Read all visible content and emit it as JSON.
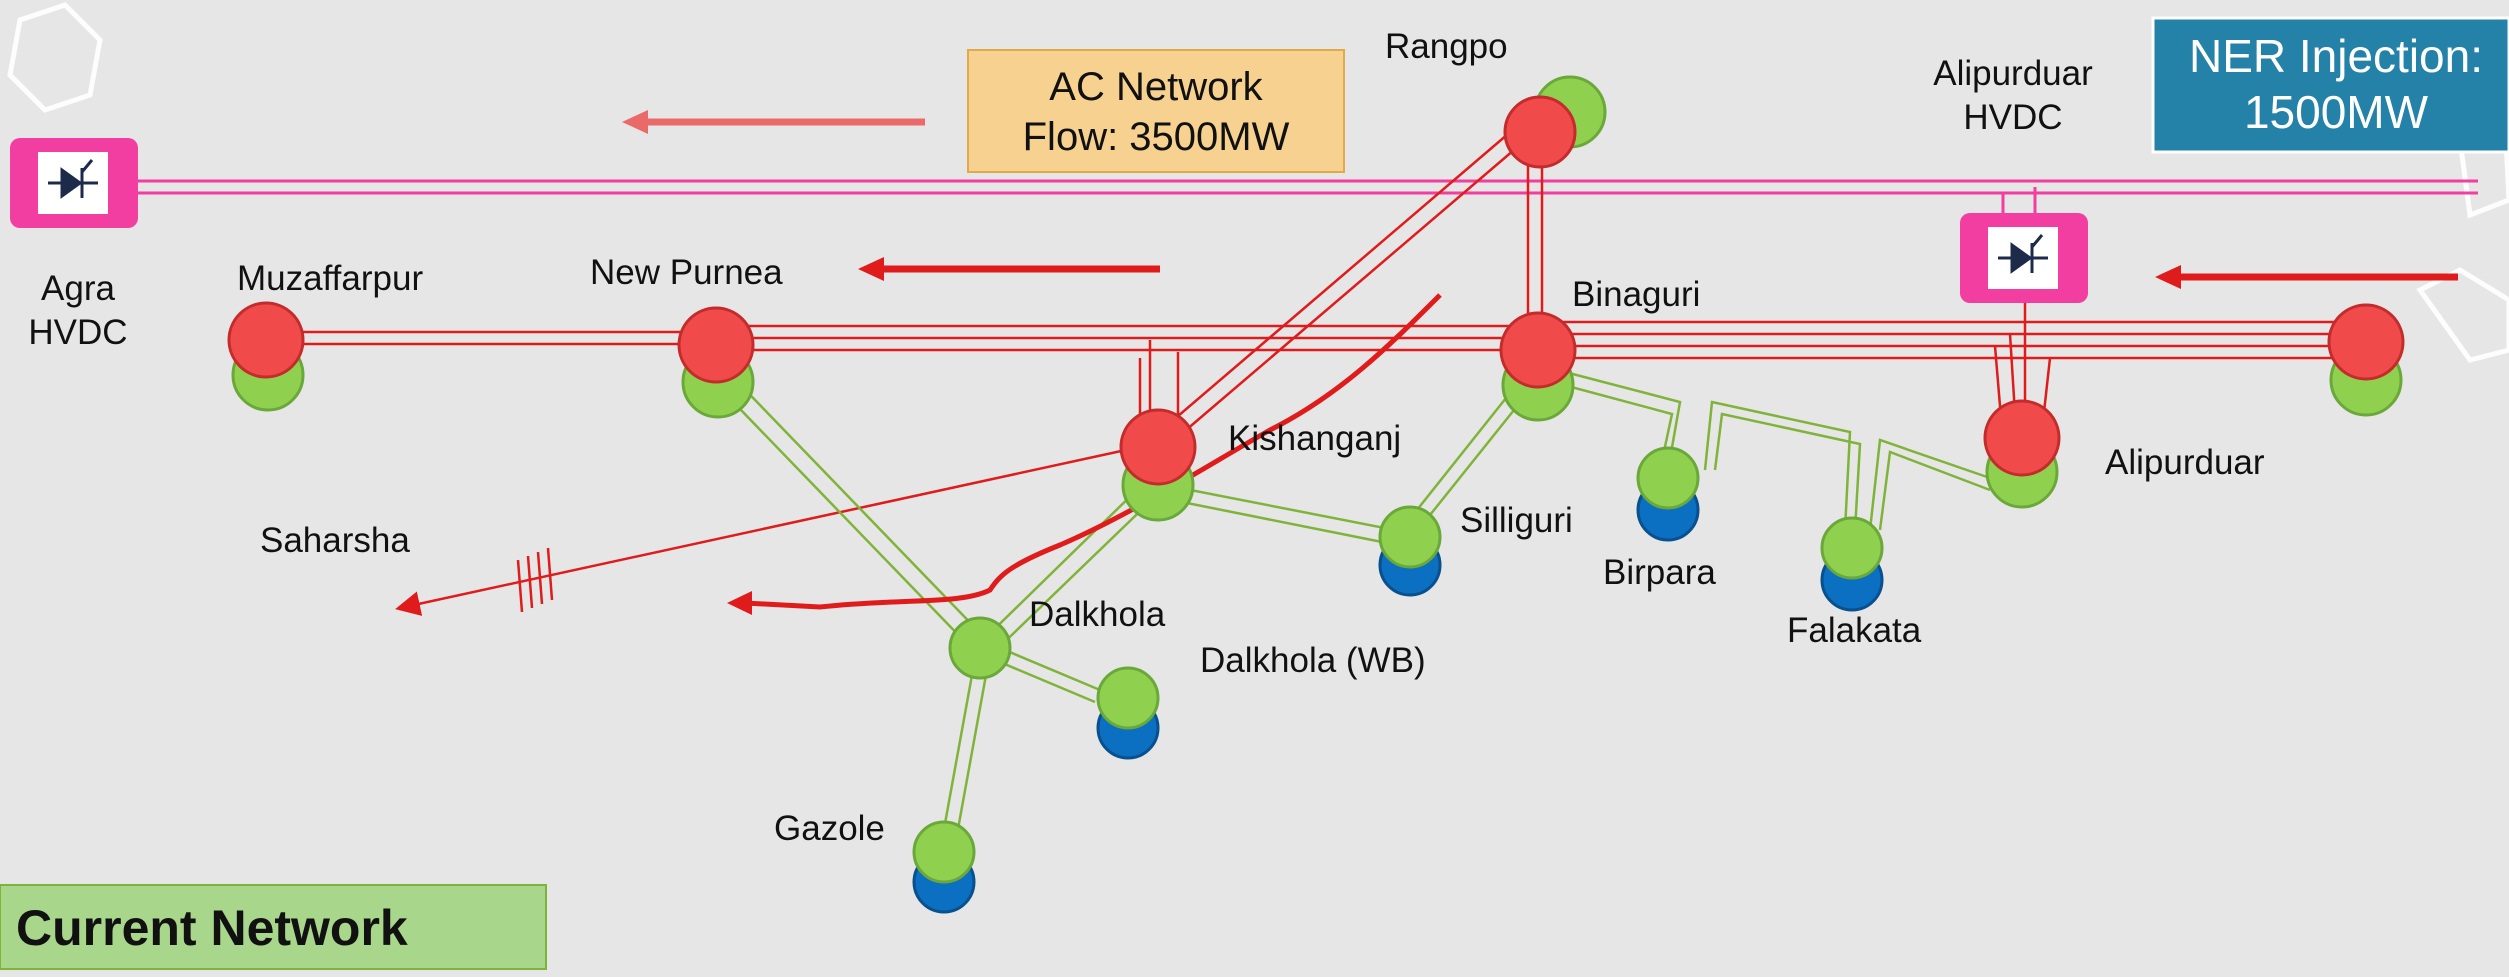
{
  "labels": {
    "rangpo": "Rangpo",
    "alipurduar_hvdc_1": "Alipurduar",
    "alipurduar_hvdc_2": "HVDC",
    "agra_1": "Agra",
    "agra_2": "HVDC",
    "muzaffarpur": "Muzaffarpur",
    "new_purnea": "New Purnea",
    "binaguri": "Binaguri",
    "kishanganj": "Kishanganj",
    "saharsha": "Saharsha",
    "silliguri": "Silliguri",
    "birpara": "Birpara",
    "falakata": "Falakata",
    "alipurduar": "Alipurduar",
    "dalkhola": "Dalkhola",
    "dalkhola_wb": "Dalkhola (WB)",
    "gazole": "Gazole"
  },
  "ac_box": {
    "line1": "AC Network",
    "line2": "Flow: 3500MW"
  },
  "ner_box": {
    "line1": "NER Injection:",
    "line2": "1500MW"
  },
  "current_network": "Current Network",
  "colors": {
    "bg": "#e6e6e6",
    "node_red": "#f04a4a",
    "node_green": "#8fd14f",
    "node_blue": "#0b6fc2",
    "line_red": "#e01b1b",
    "line_green": "#7fb33a",
    "hvdc_pink": "#f23ea0",
    "ner_blue": "#2481a8",
    "ac_box_fill": "#f7d190",
    "current_fill": "#a8d68a"
  }
}
